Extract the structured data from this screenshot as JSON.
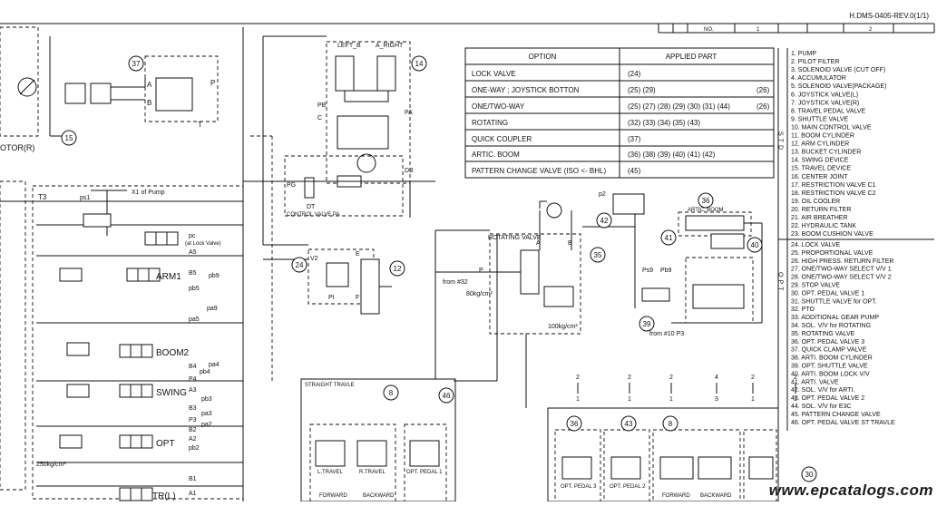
{
  "drawing_no": "H.DMS-0405-REV.0(1/1)",
  "title_block": [
    "NO.",
    "1",
    "2"
  ],
  "option_table": {
    "headers": [
      "OPTION",
      "APPLIED PART"
    ],
    "rows": [
      {
        "option": "LOCK VALVE",
        "parts": "(24)",
        "extra": ""
      },
      {
        "option": "ONE-WAY ; JOYSTICK BOTTON",
        "parts": "(25) (29)",
        "extra": "(26)"
      },
      {
        "option": "ONE/TWO-WAY",
        "parts": "(25) (27) (28) (29) (30) (31) (44)",
        "extra": "(26)"
      },
      {
        "option": "ROTATING",
        "parts": "(32) (33) (34) (35) (43)",
        "extra": ""
      },
      {
        "option": "QUICK COUPLER",
        "parts": "(37)",
        "extra": ""
      },
      {
        "option": "ARTIC. BOOM",
        "parts": "(36) (38) (39) (40) (41) (42)",
        "extra": ""
      },
      {
        "option": "PATTERN CHANGE VALVE (ISO <- BHL)",
        "parts": "(45)",
        "extra": ""
      }
    ]
  },
  "legend_groups": {
    "std": "STD",
    "opt": "OPT"
  },
  "legend_std": [
    "1. PUMP",
    "2. PILOT FILTER",
    "3. SOLENOID VALVE (CUT OFF)",
    "4. ACCUMULATOR",
    "5. SOLENOID VALVE(PACKAGE)",
    "6. JOYSTICK VALVE(L)",
    "7. JOYSTICK VALVE(R)",
    "8. TRAVEL PEDAL VALVE",
    "9. SHUTTLE VALVE",
    "10. MAIN CONTROL VALVE",
    "11. BOOM CYLINDER",
    "12. ARM CYLINDER",
    "13. BUCKET CYLINDER",
    "14. SWING DEVICE",
    "15. TRAVEL DEVICE",
    "16. CENTER JOINT",
    "17. RESTRICTION VALVE C1",
    "18. RESTRICTION VALVE C2",
    "19. OIL COOLER",
    "20. RETURN FILTER",
    "21. AIR BREATHER",
    "22. HYDRAULIC TANK",
    "23. BOOM CUSHION VALVE"
  ],
  "legend_opt": [
    "24. LOCK VALVE",
    "25. PROPORTIONAL VALVE",
    "26. HIGH PRESS. RETURN FILTER",
    "27. ONE/TWO-WAY SELECT V/V 1",
    "28. ONE/TWO-WAY SELECT V/V 2",
    "29. STOP VALVE",
    "30. OPT. PEDAL VALVE 1",
    "31. SHUTTLE VALVE for OPT.",
    "32. PTO",
    "33. ADDITIONAL GEAR PUMP",
    "34. SOL. V/V for ROTATING",
    "35. ROTATING VALVE",
    "36. OPT. PEDAL VALVE 3",
    "37. QUICK CLAMP VALVE",
    "38. ARTI. BOOM CYLINDER",
    "39. OPT. SHUTTLE VALVE",
    "40. ARTI. BOOM LOCK V/V",
    "41. ARTI. VALVE",
    "42. SOL. V/V for ARTI.",
    "43. OPT. PEDAL VALVE 2",
    "44. SOL. V/V for E3C",
    "45. PATTERN CHANGE VALVE",
    "46. OPT. PEDAL VALVE ST TRAVLE"
  ],
  "callouts": [
    "37",
    "14",
    "15",
    "24",
    "12",
    "36",
    "42",
    "41",
    "40",
    "35",
    "39",
    "8",
    "46",
    "36",
    "43",
    "8",
    "30"
  ],
  "schematic_labels": {
    "motor": "OTOR(R)",
    "left_b": "LEFT_B",
    "a_right": "A_RIGHT",
    "pb": "PB",
    "pa": "PA",
    "c": "C",
    "db": "DB",
    "pg": "PG",
    "dt": "DT",
    "control_valve_pa": "CONTROL VALVE PA",
    "x1_pump": "X1 of Pump",
    "ps1": "ps1",
    "t3": "T3",
    "pc": "pc",
    "lock_valve_small": "(at Lock Valve)",
    "a5": "A5",
    "b5": "B5",
    "pb5": "pb5",
    "pa5": "pa5",
    "pa9": "pa9",
    "pb9": "pb9",
    "arm1": "ARM1",
    "boom2": "BOOM2",
    "swing": "SWING",
    "opt": "OPT",
    "trl": "TR(L)",
    "b4": "B4",
    "pb4": "pb4",
    "a3": "A3",
    "b3": "B3",
    "pb3": "pb3",
    "pa3": "pa3",
    "a2": "A2",
    "b2": "B2",
    "pb2": "pb2",
    "p4": "P4",
    "p3": "P3",
    "b1": "B1",
    "a1": "A1",
    "pa2": "pa2",
    "pa4": "pa4",
    "pressure_250": "250kg/cm²",
    "v2": "V2",
    "a": "A",
    "p": "P",
    "t": "T",
    "b": "B",
    "e": "E",
    "f": "F",
    "pi": "PI",
    "rotating_valve": "ROTATING VALVE",
    "from_32": "from #32",
    "p80": "80kg/cm²",
    "p100": "100kg/cm²",
    "from_10": "from #10 P3",
    "artic_boom": "ARTIC. BOOM",
    "ps9": "Ps9",
    "pb9b": "Pb9",
    "p2": "p2",
    "straight_travle": "STRAIGHT TRAVLE",
    "r_travel": "R.TRAVEL",
    "l_travel": "L.TRAVEL",
    "opt_pedal_1": "OPT. PEDAL 1",
    "opt_pedal_2": "OPT. PEDAL 2",
    "opt_pedal_3": "OPT. PEDAL 3",
    "forward": "FORWARD",
    "backward": "BACKWARD",
    "pump_labels": [
      "2",
      "2",
      "2",
      "4",
      "2",
      "2",
      "1",
      "1",
      "1",
      "3",
      "1",
      "1"
    ]
  },
  "watermark": "www.epcatalogs.com"
}
